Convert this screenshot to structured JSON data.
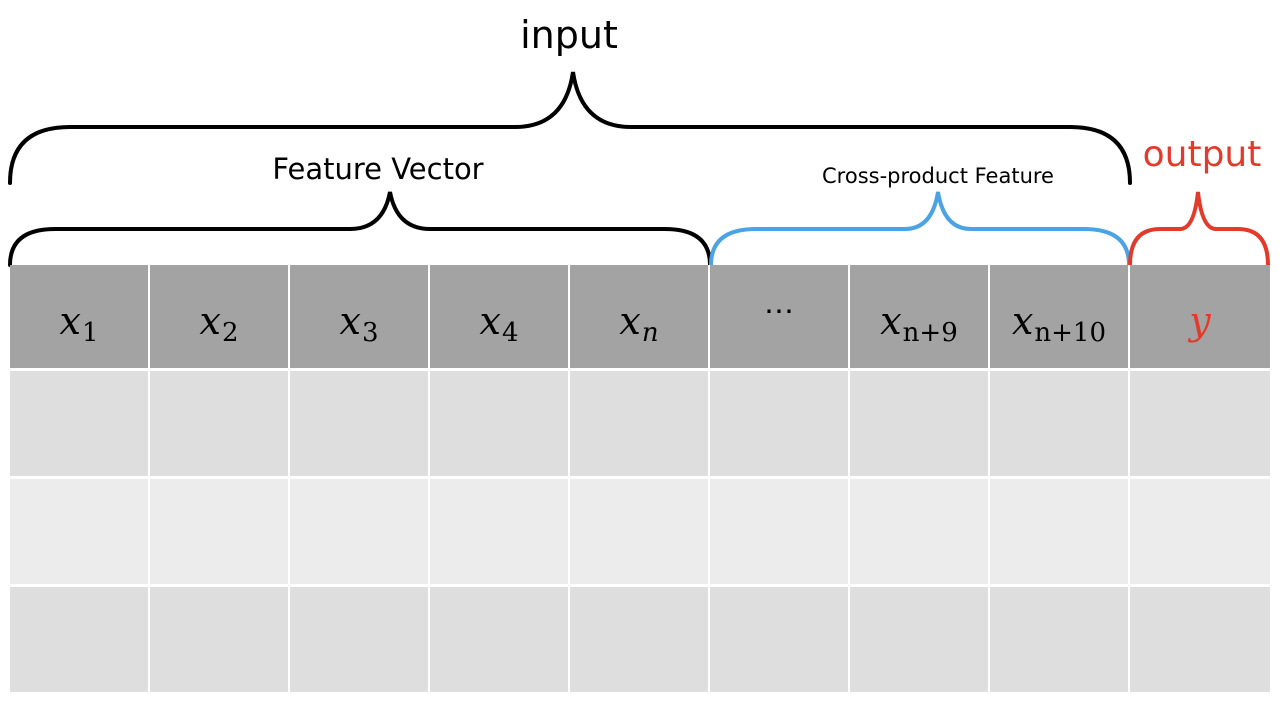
{
  "labels": {
    "input": "input",
    "output": "output",
    "feature_vector": "Feature Vector",
    "cross_product_feature": "Cross-product Feature"
  },
  "colors": {
    "input_brace": "#000000",
    "feature_brace": "#000000",
    "cross_brace": "#4ba3e3",
    "output_brace": "#e23b2c",
    "output_text": "#e23b2c",
    "header_bg": "#a3a3a3",
    "row_dark": "#dedede",
    "row_light": "#ececec"
  },
  "table": {
    "headers": [
      {
        "var": "x",
        "sub": "1"
      },
      {
        "var": "x",
        "sub": "2"
      },
      {
        "var": "x",
        "sub": "3"
      },
      {
        "var": "x",
        "sub": "4"
      },
      {
        "var": "x",
        "sub": "n"
      },
      {
        "var": "⋯",
        "sub": ""
      },
      {
        "var": "x",
        "sub": "n+9"
      },
      {
        "var": "x",
        "sub": "n+10"
      },
      {
        "var": "y",
        "sub": ""
      }
    ],
    "body_rows": 3
  }
}
